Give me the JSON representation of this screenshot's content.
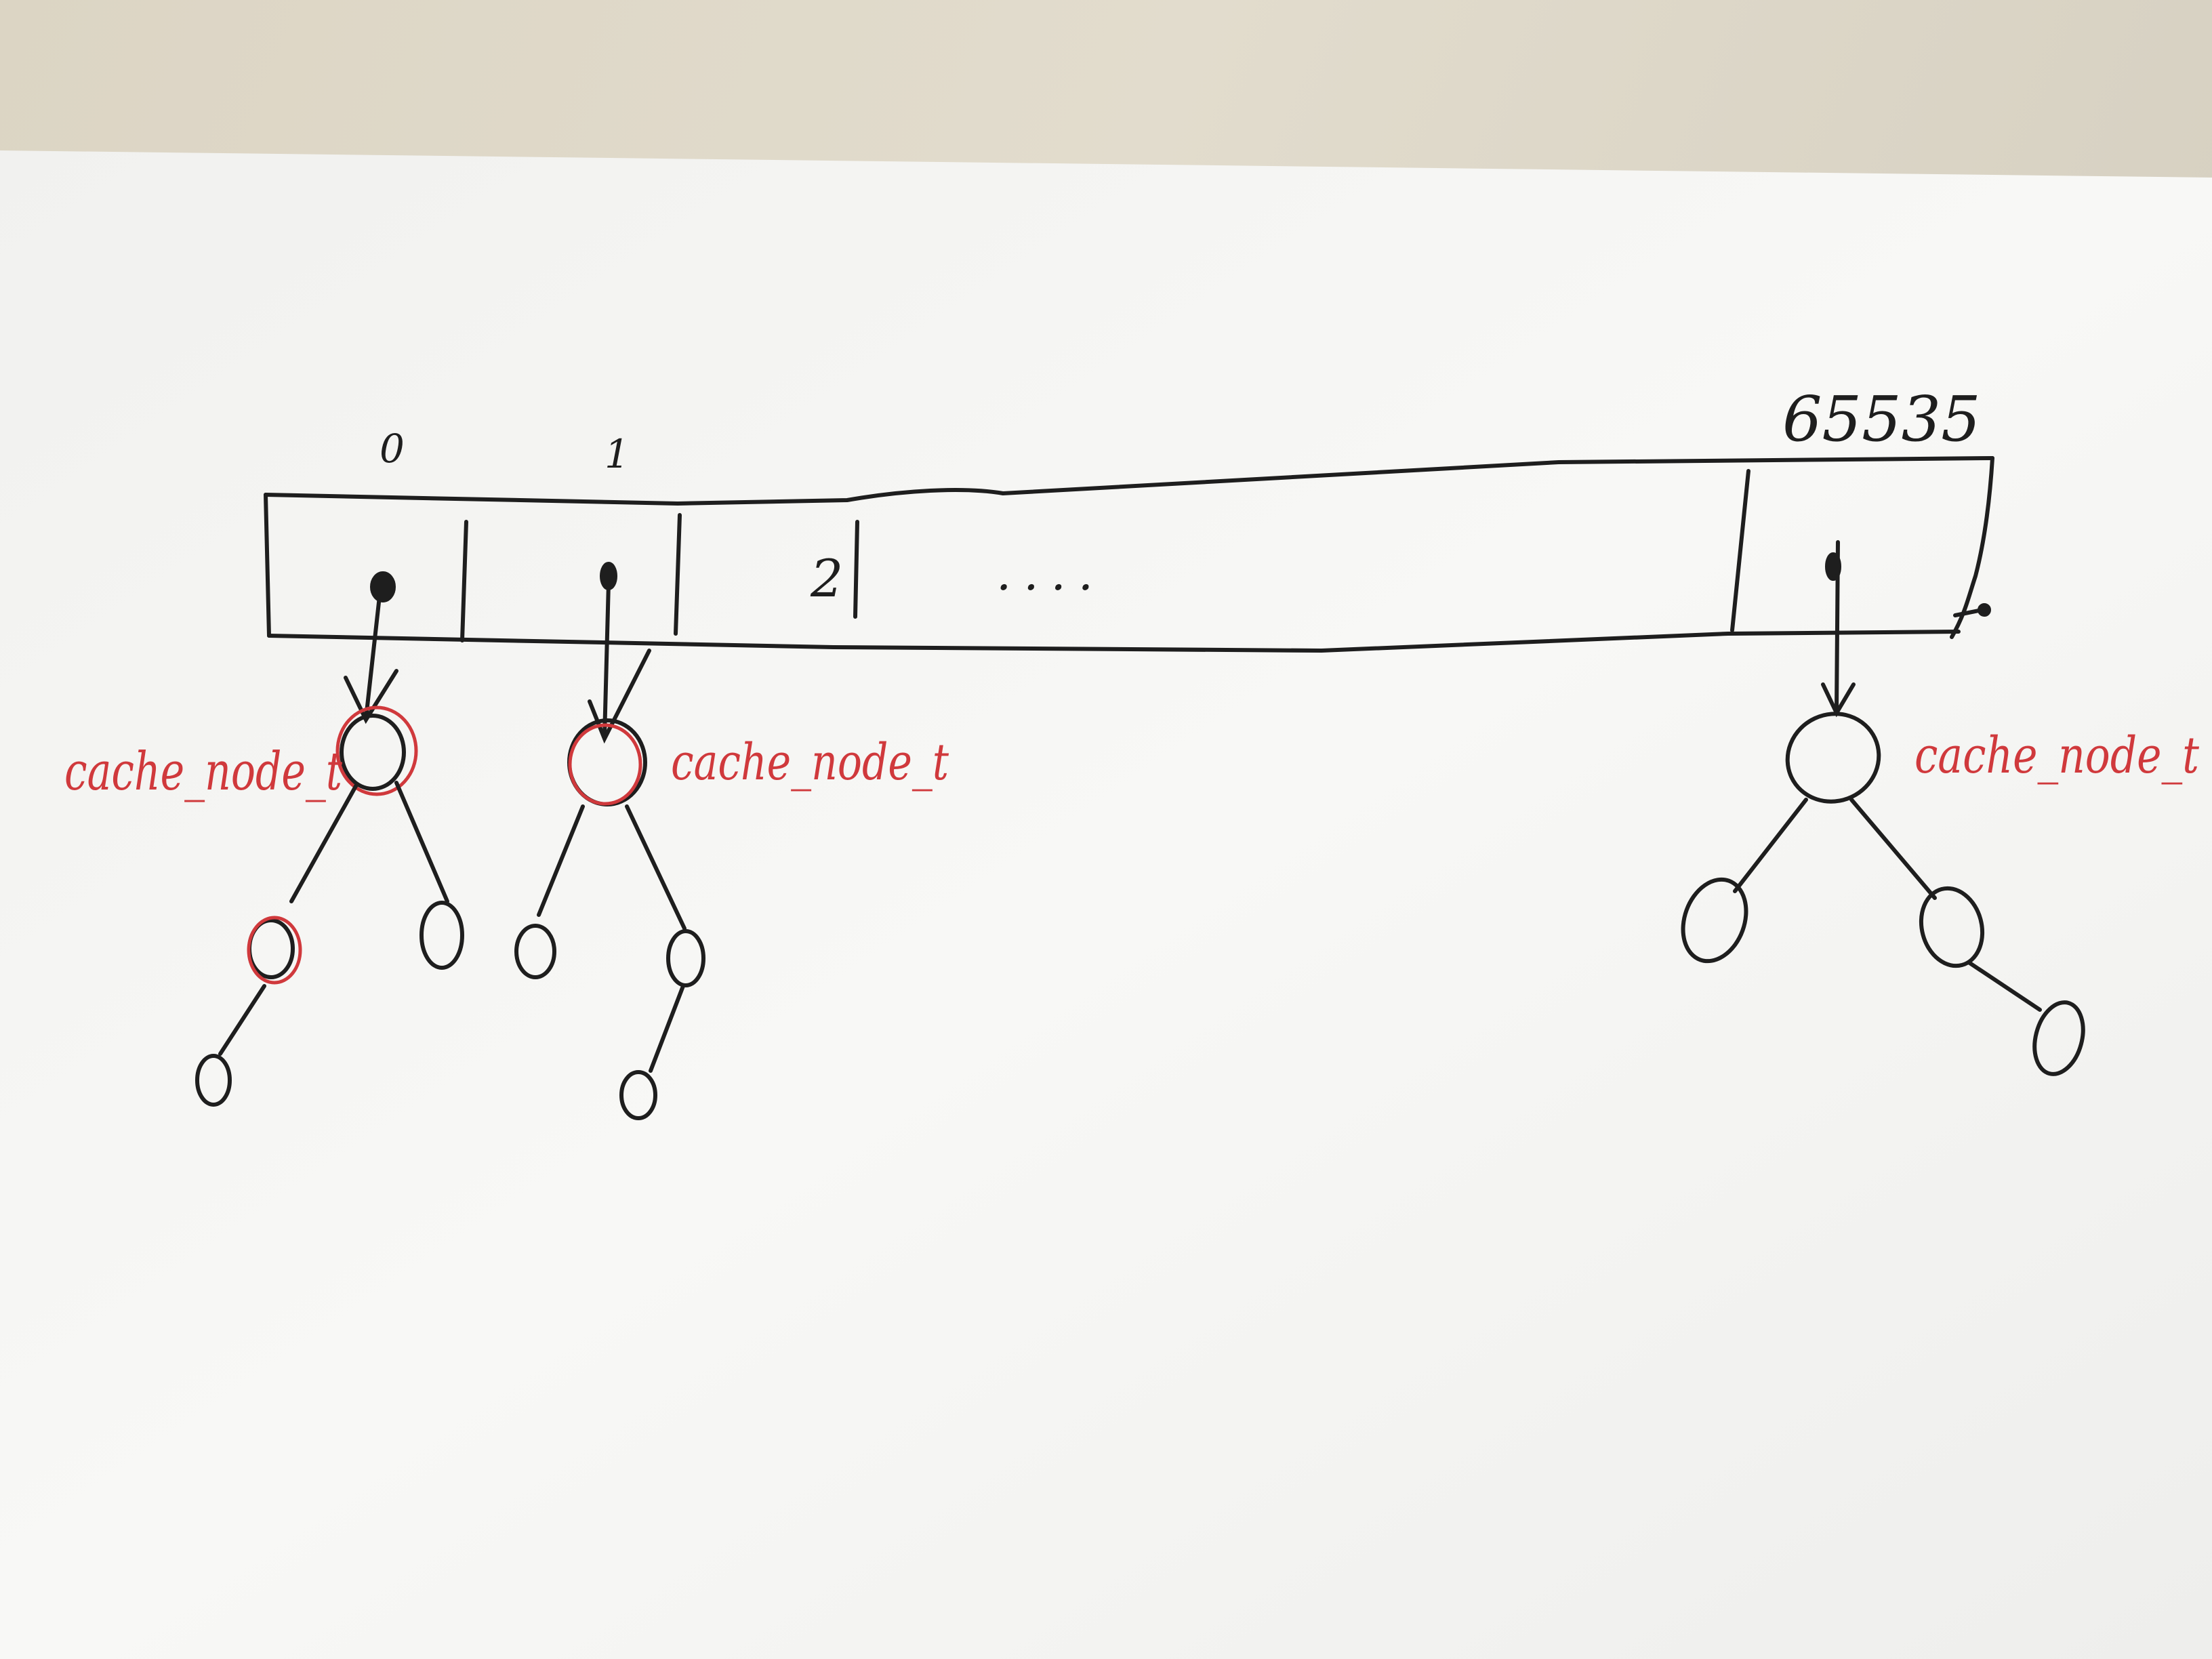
{
  "diagram": {
    "index_labels": [
      "0",
      "1",
      "2",
      "....",
      "65535"
    ],
    "node_labels": [
      "cache_node_t",
      "cache_node_t",
      "cache_node_t"
    ],
    "colors": {
      "ink": "#1e1e1e",
      "red_ink": "#d0393c",
      "paper": "#f6f6f4",
      "desk": "#dcd6c7"
    }
  }
}
